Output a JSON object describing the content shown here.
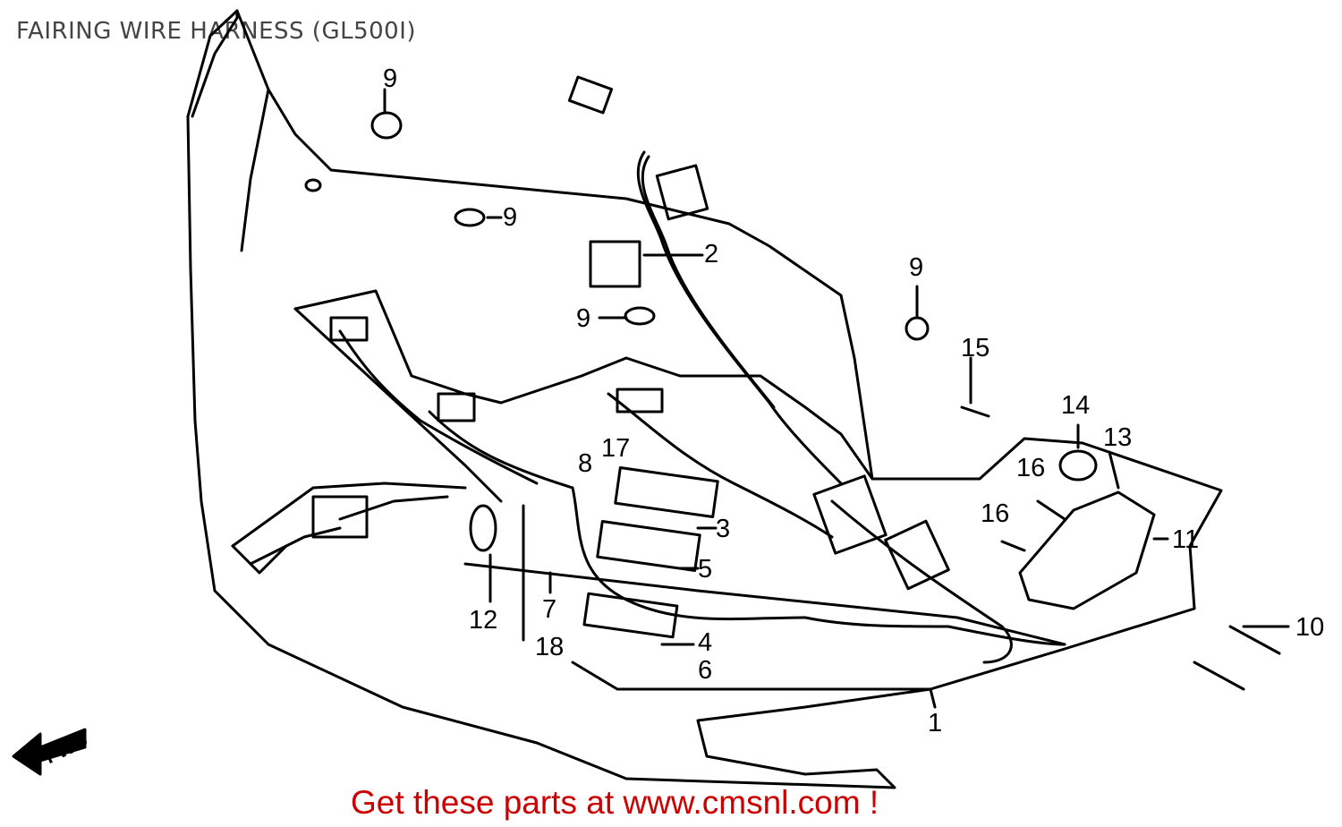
{
  "title": "FAIRING WIRE HARNESS (GL500I)",
  "footer": "Get these parts at www.cmsnl.com !",
  "direction_marker": "FWD",
  "callouts": [
    "1",
    "2",
    "3",
    "4",
    "5",
    "6",
    "7",
    "8",
    "9",
    "9",
    "9",
    "9",
    "10",
    "11",
    "12",
    "13",
    "14",
    "15",
    "16",
    "16",
    "17",
    "18"
  ],
  "colors": {
    "line": "#000000",
    "footer_text": "#cc0000",
    "title_text": "#444444",
    "background": "#ffffff"
  }
}
